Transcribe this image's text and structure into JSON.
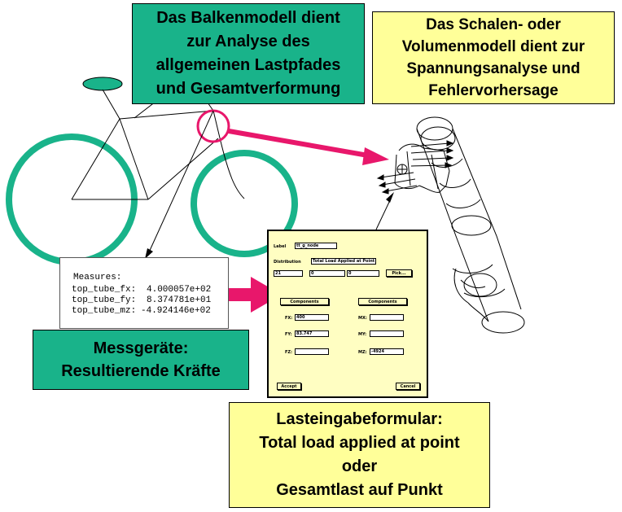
{
  "callouts": {
    "beam_model": [
      "Das Balkenmodell dient",
      "zur Analyse des",
      "allgemeinen Lastpfades",
      "und Gesamtverformung"
    ],
    "shell_model": [
      "Das Schalen- oder",
      "Volumenmodell dient zur",
      "Spannungsanalyse und",
      "Fehlervorhersage"
    ],
    "gauges": [
      "Messgeräte:",
      "Resultierende Kräfte"
    ],
    "load_form": [
      "Lasteingabeformular:",
      "Total load applied at point",
      "oder",
      "Gesamtlast auf Punkt"
    ]
  },
  "measures": {
    "header": "Measures:",
    "rows": [
      {
        "name": "top_tube_fx:",
        "value": "4.000057e+02"
      },
      {
        "name": "top_tube_fy:",
        "value": "8.374781e+01"
      },
      {
        "name": "top_tube_mz:",
        "value": "-4.924146e+02"
      }
    ]
  },
  "form": {
    "name_label": "Label",
    "name_value": "tt_g_node",
    "distribution_label": "Distribution",
    "distribution_value": "Total Load Applied at Point",
    "coord_values": [
      "21",
      "0",
      "0"
    ],
    "pick_button": "Pick...",
    "force_mode": "Components",
    "moment_mode": "Components",
    "fx_label": "FX:",
    "fx_value": "400",
    "fy_label": "FY:",
    "fy_value": "83.747",
    "fz_label": "FZ:",
    "fz_value": "",
    "mx_label": "MX:",
    "mx_value": "",
    "my_label": "MY:",
    "my_value": "",
    "mz_label": "MZ:",
    "mz_value": "-4924",
    "accept_button": "Accept",
    "cancel_button": "Cancel"
  },
  "colors": {
    "callout_green": "#19b38a",
    "callout_yellow": "#ffff99",
    "wheel": "#19b38a",
    "highlight": "#e8176b",
    "form_bg": "#fffec2"
  }
}
